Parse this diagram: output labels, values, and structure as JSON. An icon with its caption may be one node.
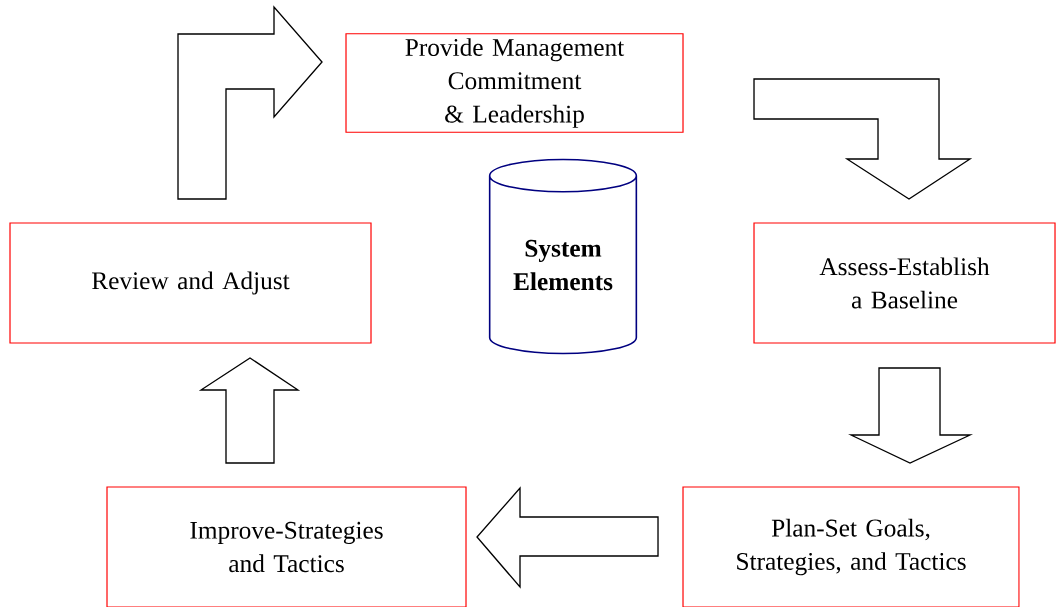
{
  "diagram": {
    "nodes": [
      {
        "text": [
          "Provide Management Commitment & Leadership"
        ]
      },
      {
        "text": [
          "Assess-Establish a Baseline"
        ]
      },
      {
        "text": [
          "Plan-Set Goals, Strategies, and Tactics"
        ]
      },
      {
        "text": [
          "Improve-Strategies and Tactics"
        ]
      },
      {
        "text": [
          "Review and Adjust"
        ]
      },
      {
        "text": [
          "System Elements"
        ]
      }
    ],
    "edges": [
      {
        "from": 4,
        "to": 0,
        "arrow": "to"
      },
      {
        "from": 0,
        "to": 1,
        "arrow": "to"
      },
      {
        "from": 1,
        "to": 2,
        "arrow": "to"
      },
      {
        "from": 2,
        "to": 3,
        "arrow": "to"
      },
      {
        "from": 3,
        "to": 4,
        "arrow": "to"
      }
    ]
  }
}
